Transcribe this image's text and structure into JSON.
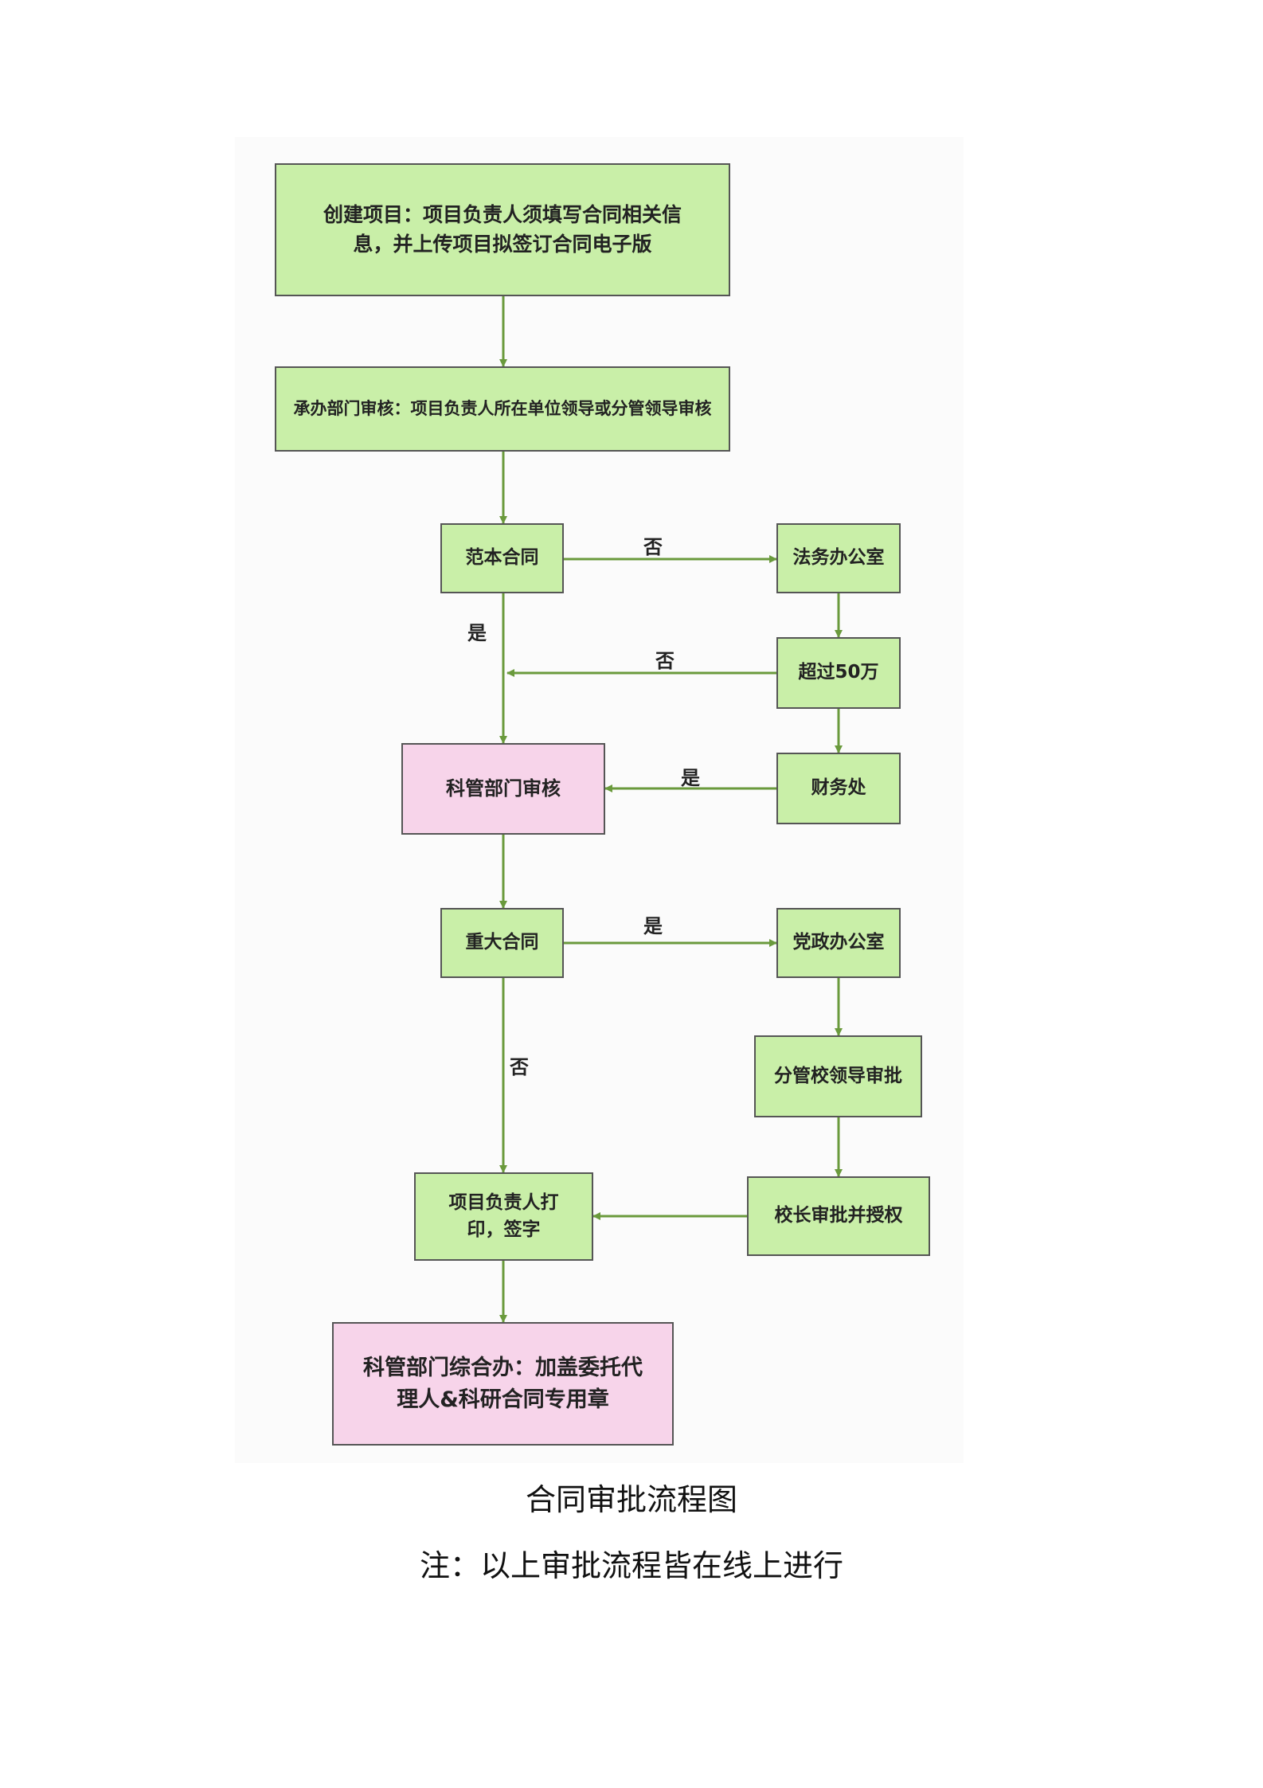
{
  "diagram": {
    "nodes": {
      "create_project": "创建项目：项目负责人须填写合同相关信息，并上传项目拟签订合同电子版",
      "dept_review": "承办部门审核：项目负责人所在单位领导或分管领导审核",
      "template_contract": "范本合同",
      "legal_office": "法务办公室",
      "over_500k": "超过50万",
      "research_review": "科管部门审核",
      "finance_office": "财务处",
      "major_contract": "重大合同",
      "party_office": "党政办公室",
      "vp_approval": "分管校领导审批",
      "president_approval": "校长审批并授权",
      "pi_print_sign": "项目负责人打印，签字",
      "final_seal": "科管部门综合办：加盖委托代理人&科研合同专用章"
    },
    "edge_labels": {
      "template_no": "否",
      "template_yes": "是",
      "over_no": "否",
      "over_yes": "是",
      "major_yes": "是",
      "major_no": "否"
    }
  },
  "captions": {
    "title": "合同审批流程图",
    "note": "注：以上审批流程皆在线上进行"
  },
  "colors": {
    "process_fill": "#c9efa8",
    "research_fill": "#f7d4ea",
    "arrow": "#6a9a3c",
    "border": "#555555"
  }
}
